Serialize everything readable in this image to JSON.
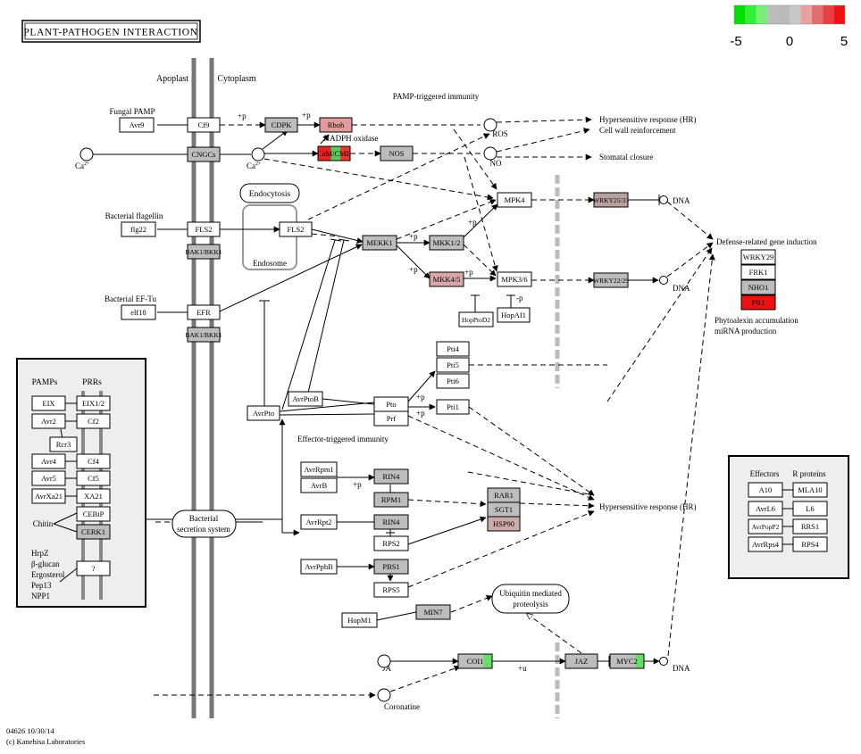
{
  "title": "PLANT-PATHOGEN INTERACTION",
  "legend": {
    "ticks": [
      "-5",
      "0",
      "5"
    ],
    "colors": [
      "#00dd00",
      "#33ee33",
      "#77ee77",
      "#bbbbbb",
      "#bbbbbb",
      "#c8c8c8",
      "#e8a0a0",
      "#e07070",
      "#e84040",
      "#ee1111"
    ]
  },
  "compartments": {
    "apoplast": "Apoplast",
    "cytoplasm": "Cytoplasm"
  },
  "nodes": {
    "avr9": "Avr9",
    "cf9": "Cf9",
    "cdpk": "CDPK",
    "rboh": "Rboh",
    "cngcs": "CNGCs",
    "camcml": "CaM/CML",
    "nos": "NOS",
    "flg22": "flg22",
    "fls2a": "FLS2",
    "fls2b": "FLS2",
    "bak1a": "BAK1/BKK1",
    "elf18": "elf18",
    "efr": "EFR",
    "bak1b": "BAK1/BKK1",
    "mekk1": "MEKK1",
    "mkk12": "MKK1/2",
    "mkk45": "MKK4/5",
    "mpk4": "MPK4",
    "mpk36": "MPK3/6",
    "wrky2533": "WRKY25/33",
    "wrky2229": "WRKY22/29",
    "hopptod2": "HopPtoD2",
    "hopai1": "HopAI1",
    "wrky29": "WRKY29",
    "frk1": "FRK1",
    "nho1": "NHO1",
    "pr1": "PR1",
    "pti4": "Pti4",
    "pti5": "Pti5",
    "pti6": "Pti6",
    "pto": "Pto",
    "prf": "Prf",
    "pti1": "Pti1",
    "avrptob": "AvrPtoB",
    "avrpto": "AvrPto",
    "avrrpm1": "AvrRpm1",
    "avrb": "AvrB",
    "rin4a": "RIN4",
    "rpm1": "RPM1",
    "avrrpt2": "AvrRpt2",
    "rin4b": "RIN4",
    "rps2": "RPS2",
    "rar1": "RAR1",
    "sgt1": "SGT1",
    "hsp90": "HSP90",
    "avrpphb": "AvrPphB",
    "pbs1": "PBS1",
    "rps5": "RPS5",
    "hopm1": "HopM1",
    "min7": "MIN7",
    "coi1": "COI1",
    "jaz": "JAZ",
    "myc2": "MYC2",
    "eix": "EIX",
    "eix12": "EIX1/2",
    "avr2": "Avr2",
    "cf2": "Cf2",
    "rcr3": "Rcr3",
    "avr4": "Avr4",
    "cf4": "Cf4",
    "avr5": "Avr5",
    "cf5": "Cf5",
    "avrxa21": "AvrXa21",
    "xa21": "XA21",
    "cebip": "CEBiP",
    "cerk1": "CERK1",
    "unknown": "?",
    "a10": "A10",
    "mla10": "MLA10",
    "avrl6": "AvrL6",
    "l6": "L6",
    "avrpopp2": "AvrPopP2",
    "rrs1": "RRS1",
    "avrrps4": "AvrRps4",
    "rps4": "RPS4"
  },
  "labels": {
    "fungal_pamp": "Fungal PAMP",
    "bacterial_flagellin": "Bacterial flagellin",
    "bacterial_eftu": "Bacterial EF-Tu",
    "pamp_triggered": "PAMP-triggered immunity",
    "nadph_oxidase": "NADPH oxidase",
    "hr1": "Hypersensitive response (HR)",
    "cell_wall": "Cell wall reinforcement",
    "stomatal": "Stomatal closure",
    "ros": "ROS",
    "no": "NO",
    "ca": "Ca",
    "ca_sup": "2+",
    "dna": "DNA",
    "defense": "Defense-related gene induction",
    "phyto1": "Phytoalexin accumulation",
    "phyto2": "miRNA production",
    "endocytosis": "Endocytosis",
    "endosome": "Endosome",
    "effector_triggered": "Effector-triggered immunity",
    "hr2": "Hypersensitive response (HR)",
    "bacterial_secretion1": "Bacterial",
    "bacterial_secretion2": "secretion system",
    "ubiquitin1": "Ubiquitin mediated",
    "ubiquitin2": "proteolysis",
    "ja": "JA",
    "coronatine": "Coronatine",
    "plus_p": "+p",
    "minus_p": "-p",
    "plus_u": "+u",
    "pamps": "PAMPs",
    "prrs": "PRRs",
    "chitin": "Chitin",
    "misc_pamps": [
      "HrpZ",
      "β-glucan",
      "Ergosterol",
      "Pep13",
      "NPP1"
    ],
    "effectors": "Effectors",
    "r_proteins": "R proteins",
    "footer1": "04626 10/30/14",
    "footer2": "(c) Kanehisa Laboratories"
  }
}
